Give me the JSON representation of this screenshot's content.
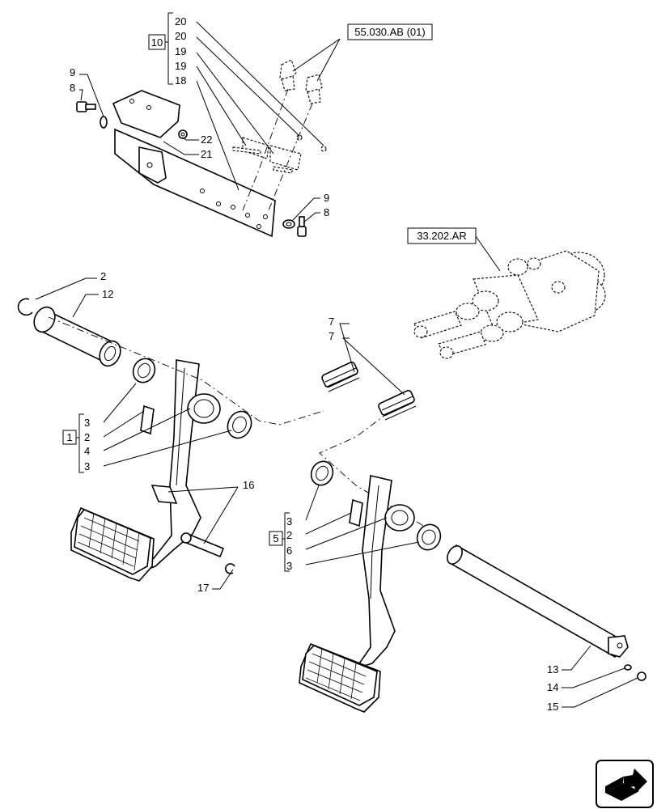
{
  "references": {
    "top_right": "55.030.AB (01)",
    "valve": "33.202.AR"
  },
  "groups": {
    "g10": {
      "id": "10",
      "items": [
        "20",
        "20",
        "19",
        "19",
        "18"
      ]
    },
    "g1": {
      "id": "1",
      "items": [
        "3",
        "2",
        "4",
        "3"
      ]
    },
    "g5": {
      "id": "5",
      "items": [
        "3",
        "2",
        "6",
        "3"
      ]
    }
  },
  "callouts": {
    "c9a": "9",
    "c8a": "8",
    "c22": "22",
    "c21": "21",
    "c9b": "9",
    "c8b": "8",
    "c2": "2",
    "c12": "12",
    "c7a": "7",
    "c7b": "7",
    "c16": "16",
    "c17": "17",
    "c13": "13",
    "c14": "14",
    "c15": "15"
  },
  "nav": {
    "icon": "next-page-arrow-icon"
  }
}
